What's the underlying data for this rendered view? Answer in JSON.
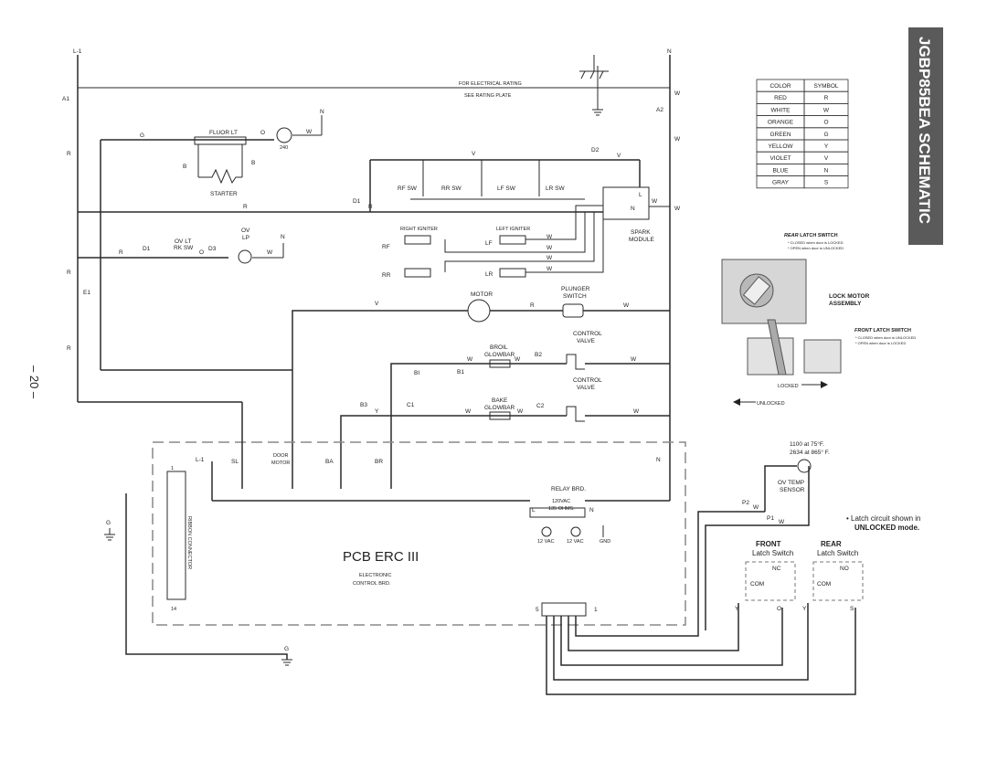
{
  "title": "JGBP85BEA SCHEMATIC",
  "page_number": "– 20 –",
  "rating": {
    "line1": "FOR ELECTRICAL RATING",
    "line2": "SEE RATING PLATE"
  },
  "color_table": {
    "headers": [
      "COLOR",
      "SYMBOL"
    ],
    "rows": [
      [
        "RED",
        "R"
      ],
      [
        "WHITE",
        "W"
      ],
      [
        "ORANGE",
        "O"
      ],
      [
        "GREEN",
        "G"
      ],
      [
        "YELLOW",
        "Y"
      ],
      [
        "VIOLET",
        "V"
      ],
      [
        "BLUE",
        "N"
      ],
      [
        "GRAY",
        "S"
      ]
    ]
  },
  "lock_motor": {
    "title_1": "LOCK MOTOR",
    "title_2": "ASSEMBLY",
    "rear_switch_italic": "REAR",
    "rear_switch_rest": " LATCH SWITCH",
    "rear_note1": "* CLOSED when door is LOCKED",
    "rear_note2": "* OPEN when door is UNLOCKED",
    "front_switch_italic": "FRONT",
    "front_switch_rest": " LATCH SWITCH",
    "front_note1": "* CLOSED when door is UNLOCKED",
    "front_note2": "* OPEN when door is LOCKED",
    "locked": "LOCKED",
    "unlocked": "UNLOCKED"
  },
  "labels": {
    "L1_top": "L-1",
    "N_top": "N",
    "A1": "A1",
    "A2": "A2",
    "fluor_lt": "FLUOR LT",
    "starter": "STARTER",
    "v240": "240",
    "rf_sw": "RF SW",
    "rr_sw": "RR SW",
    "lf_sw": "LF SW",
    "lr_sw": "LR SW",
    "d1": "D1",
    "d2": "D2",
    "spark_module_1": "SPARK",
    "spark_module_2": "MODULE",
    "spark_L": "L",
    "spark_N": "N",
    "right_igniter": "RIGHT IGNITER",
    "left_igniter": "LEFT IGNITER",
    "rf": "RF",
    "rr": "RR",
    "lf": "LF",
    "lr": "LR",
    "ov_lt_1": "OV LT",
    "ov_lt_2": "RK SW",
    "ov_lp_1": "OV",
    "ov_lp_2": "LP",
    "d3": "D3",
    "e1": "E1",
    "motor": "MOTOR",
    "plunger_1": "PLUNGER",
    "plunger_2": "SWITCH",
    "broil_1": "BROIL",
    "broil_2": "GLOWBAR",
    "bake_1": "BAKE",
    "bake_2": "GLOWBAR",
    "control_valve_1": "CONTROL",
    "control_valve_2": "VALVE",
    "b1": "B1",
    "b2": "B2",
    "b3": "B3",
    "bi": "BI",
    "c1": "C1",
    "c2": "C2",
    "sl": "SL",
    "door_motor_1": "DOOR",
    "door_motor_2": "MOTOR",
    "ba": "BA",
    "br": "BR",
    "l1_pcb": "L-1",
    "n_pcb": "N",
    "relay_brd": "RELAY BRD.",
    "vac120": "120VAC",
    "ohms": "135 OHMS.",
    "vac12a": "12 VAC",
    "vac12b": "12 VAC",
    "gnd": "GND",
    "pcb_title": "PCB ERC III",
    "ecb_1": "ELECTRONIC",
    "ecb_2": "CONTROL BRD.",
    "ribbon": "RIBBON CONNECTOR",
    "ribbon_1": "1",
    "ribbon_14": "14",
    "conn_5": "5",
    "conn_1": "1",
    "sensor_1100": "1100   at 75°F.",
    "sensor_2634": "2634   at 865° F.",
    "ov_temp_1": "OV TEMP",
    "ov_temp_2": "SENSOR",
    "p1": "P1",
    "p2": "P2",
    "latch_note_1": "•  Latch circuit shown in",
    "latch_note_2": "UNLOCKED mode.",
    "front_1": "FRONT",
    "front_2": "Latch Switch",
    "rear_1": "REAR",
    "rear_2": "Latch Switch",
    "com": "COM",
    "nc": "NC",
    "no": "NO",
    "g": "G",
    "r": "R",
    "w": "W",
    "o": "O",
    "b": "B",
    "v": "V",
    "y": "Y",
    "s": "S"
  }
}
